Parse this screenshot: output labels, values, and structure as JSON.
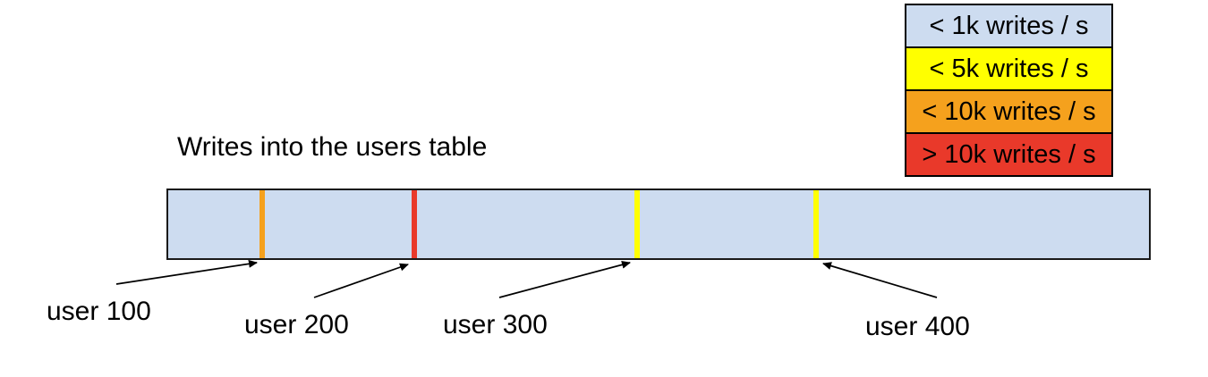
{
  "title": "Writes into the users table",
  "legend": {
    "items": [
      {
        "label": "< 1k writes / s",
        "color": "#cddcf0"
      },
      {
        "label": "< 5k writes / s",
        "color": "#ffff00"
      },
      {
        "label": "< 10k writes / s",
        "color": "#f5a11d"
      },
      {
        "label": "> 10k writes / s",
        "color": "#e9392a"
      }
    ]
  },
  "users_table": {
    "fill_color": "#cddcf0",
    "markers": [
      {
        "label": "user 100",
        "rate_category": "< 10k writes / s",
        "color": "#f5a11d",
        "position_pct": 9.6
      },
      {
        "label": "user 200",
        "rate_category": "> 10k writes / s",
        "color": "#e9392a",
        "position_pct": 25.1
      },
      {
        "label": "user 300",
        "rate_category": "< 5k writes / s",
        "color": "#ffff00",
        "position_pct": 47.8
      },
      {
        "label": "user 400",
        "rate_category": "< 5k writes / s",
        "color": "#ffff00",
        "position_pct": 66.1
      }
    ]
  }
}
